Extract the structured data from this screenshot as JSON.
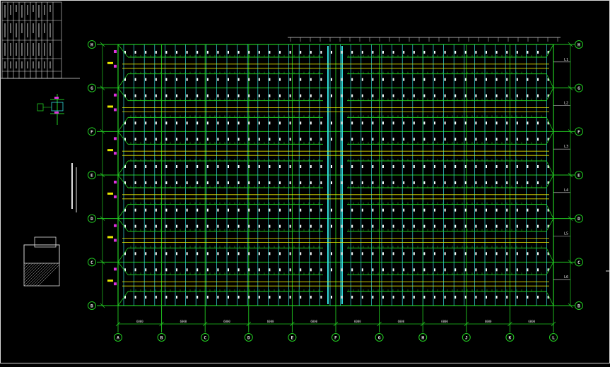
{
  "drawing": {
    "axes_rows": [
      "H",
      "G",
      "F",
      "E",
      "D",
      "C",
      "B"
    ],
    "axes_cols": [
      "A",
      "B",
      "C",
      "D",
      "E",
      "F",
      "G",
      "H",
      "J",
      "K",
      "L"
    ],
    "span_labels": [
      "6000",
      "6000",
      "6000",
      "6000",
      "6000",
      "6000",
      "6000",
      "6000",
      "6000",
      "6000"
    ],
    "beam_tags": [
      "L1",
      "L2",
      "L3",
      "L4",
      "L5",
      "L6"
    ],
    "colors": {
      "background": "#000000",
      "grid_green": "#22cc22",
      "purlin_cyan": "#33dddd",
      "brace_yellow": "#e8e800",
      "node_white": "#ffffff",
      "dim_magenta": "#dd33dd"
    }
  }
}
